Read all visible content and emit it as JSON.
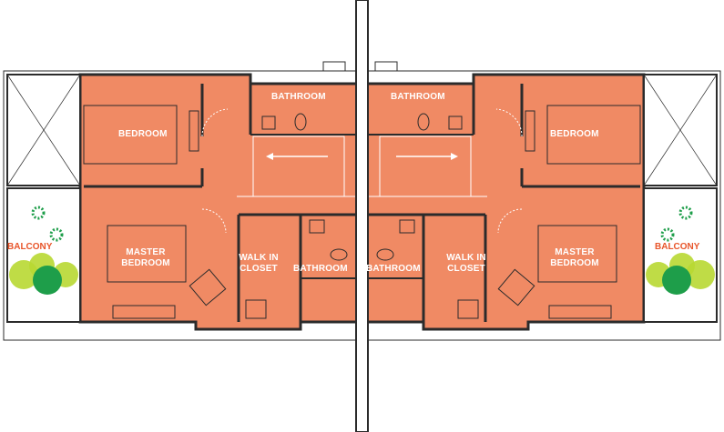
{
  "colors": {
    "floor": "#f08a64",
    "wall": "#2b2b2b",
    "line": "#ffffff",
    "accent": "#e8552a",
    "plant_light": "#b8d832",
    "plant_dark": "#1e9e4a"
  },
  "left_unit": {
    "bathroom_top": "BATHROOM",
    "bedroom": "BEDROOM",
    "master_bedroom": "MASTER\nBEDROOM",
    "walk_in_closet": "WALK IN\nCLOSET",
    "bathroom_bottom": "BATHROOM",
    "balcony": "BALCONY"
  },
  "right_unit": {
    "bathroom_top": "BATHROOM",
    "bedroom": "BEDROOM",
    "master_bedroom": "MASTER\nBEDROOM",
    "walk_in_closet": "WALK IN\nCLOSET",
    "bathroom_bottom": "BATHROOM",
    "balcony": "BALCONY"
  }
}
